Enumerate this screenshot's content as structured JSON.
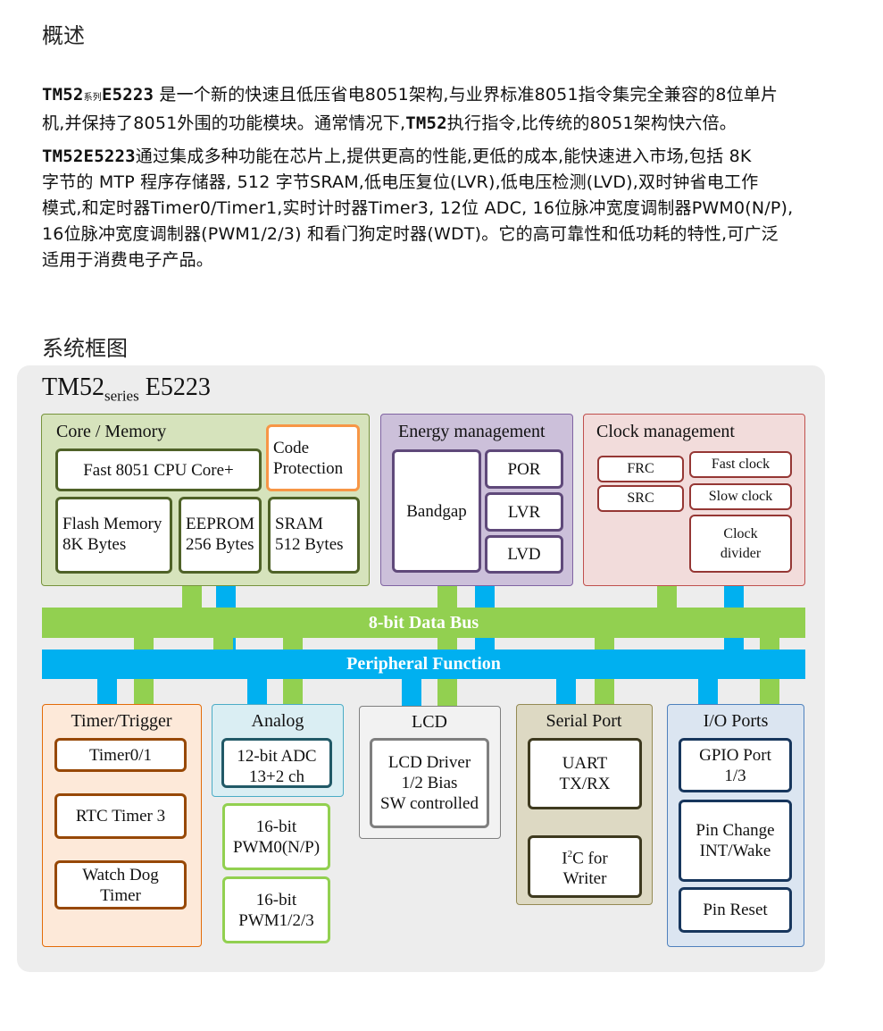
{
  "overview": {
    "heading": "概述",
    "p1": {
      "name_a": "TM52",
      "name_series": "系列",
      "name_b": "E5223",
      "line1_rest": " 是一个新的快速且低压省电8051架构,与业界标准8051指令集完全兼容的8位单片",
      "line2_a": "机,并保持了8051外围的功能模块。通常情况下,",
      "line2_name": "TM52",
      "line2_b": "执行指令,比传统的8051架构快六倍。"
    },
    "p2": {
      "name": "TM52E5223",
      "line1_rest": "通过集成多种功能在芯片上,提供更高的性能,更低的成本,能快速进入市场,包括 8K",
      "line2": "字节的 MTP 程序存储器, 512 字节SRAM,低电压复位(LVR),低电压检测(LVD),双时钟省电工作",
      "line3": "模式,和定时器Timer0/Timer1,实时计时器Timer3, 12位 ADC, 16位脉冲宽度调制器PWM0(N/P),",
      "line4": "16位脉冲宽度调制器(PWM1/2/3) 和看门狗定时器(WDT)。它的高可靠性和低功耗的特性,可广泛",
      "line5": "适用于消费电子产品。"
    }
  },
  "block_diagram": {
    "heading": "系统框图",
    "chip_name": {
      "a": "TM52",
      "sub": "series",
      "b": " E5223"
    },
    "core": {
      "title": "Core / Memory",
      "cpu": "Fast 8051 CPU Core+",
      "code_protection": [
        "Code",
        "Protection"
      ],
      "flash": [
        "Flash Memory",
        "8K Bytes"
      ],
      "eeprom": [
        "EEPROM",
        "256 Bytes"
      ],
      "sram": [
        "SRAM",
        "512 Bytes"
      ]
    },
    "energy": {
      "title": "Energy management",
      "bandgap": "Bandgap",
      "por": "POR",
      "lvr": "LVR",
      "lvd": "LVD"
    },
    "clock": {
      "title": "Clock management",
      "frc": "FRC",
      "src": "SRC",
      "fast": "Fast clock",
      "slow": "Slow clock",
      "divider": [
        "Clock",
        "divider"
      ]
    },
    "data_bus": "8-bit Data Bus",
    "peripheral_bus": "Peripheral Function",
    "timer": {
      "title": "Timer/Trigger",
      "t01": "Timer0/1",
      "rtc": "RTC Timer 3",
      "wdt": [
        "Watch Dog",
        "Timer"
      ]
    },
    "analog": {
      "title": "Analog",
      "adc": [
        "12-bit ADC",
        "13+2 ch"
      ],
      "pwm0": [
        "16-bit",
        "PWM0(N/P)"
      ],
      "pwm123": [
        "16-bit",
        "PWM1/2/3"
      ]
    },
    "lcd": {
      "title": "LCD",
      "driver": [
        "LCD Driver",
        "1/2 Bias",
        "SW controlled"
      ]
    },
    "serial": {
      "title": "Serial Port",
      "uart": [
        "UART",
        "TX/RX"
      ],
      "i2c_a": "I",
      "i2c_sup": "2",
      "i2c_b": "C for",
      "i2c_c": "Writer"
    },
    "io": {
      "title": "I/O Ports",
      "gpio": [
        "GPIO Port",
        "1/3"
      ],
      "pin_change": [
        "Pin Change",
        "INT/Wake"
      ],
      "pin_reset": "Pin Reset"
    },
    "colors": {
      "core_fill": "#d6e3bc",
      "core_border": "#77933c",
      "core_block": "#4f6228",
      "code_protection_border": "#f79646",
      "energy_fill": "#ccc0da",
      "energy_border": "#8064a2",
      "energy_block": "#5f497a",
      "clock_fill": "#f2dcdb",
      "clock_border": "#c0504d",
      "clock_block": "#953734",
      "data_bus": "#92d050",
      "peripheral_bus": "#00b0f0",
      "timer_fill": "#fde9d9",
      "timer_border": "#e36c09",
      "timer_block": "#974806",
      "analog_fill": "#daeef3",
      "analog_border": "#4bacc6",
      "analog_block": "#215967",
      "pwm_border": "#92d050",
      "lcd_fill": "#f2f2f2",
      "lcd_border": "#7f7f7f",
      "serial_fill": "#ddd9c3",
      "serial_border": "#948a54",
      "serial_block": "#3e3a1f",
      "io_fill": "#dbe5f1",
      "io_border": "#4f81bd",
      "io_block": "#17365d"
    }
  }
}
